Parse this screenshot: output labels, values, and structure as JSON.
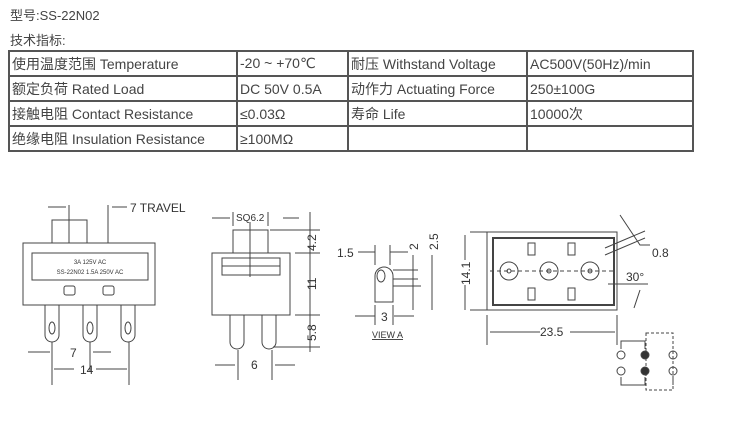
{
  "model": "型号:SS-22N02",
  "specs_heading": "技术指标:",
  "table": [
    [
      "使用温度范围 Temperature",
      "-20 ~ +70℃",
      "耐压 Withstand Voltage",
      "AC500V(50Hz)/min"
    ],
    [
      "额定负荷 Rated Load",
      "DC 50V 0.5A",
      "动作力 Actuating Force",
      "250±100G"
    ],
    [
      "接触电阻 Contact Resistance",
      "≤0.03Ω",
      "寿命 Life",
      "10000次"
    ],
    [
      "绝缘电阻 Insulation Resistance",
      "≥100MΩ",
      "",
      ""
    ]
  ],
  "drawing": {
    "travel": "7 TRAVEL",
    "label1": "3A 125V AC",
    "label2": "SS-22N02 1.5A 250V AC",
    "d7": "7",
    "d14": "14",
    "sq": "SQ6.2",
    "d42": "4.2",
    "d11": "11",
    "d58": "5.8",
    "d6": "6",
    "d15": "1.5",
    "d2": "2",
    "d25": "2.5",
    "d3": "3",
    "viewa": "VIEW A",
    "d141": "14.1",
    "d235": "23.5",
    "d08": "0.8",
    "d30": "30°"
  }
}
